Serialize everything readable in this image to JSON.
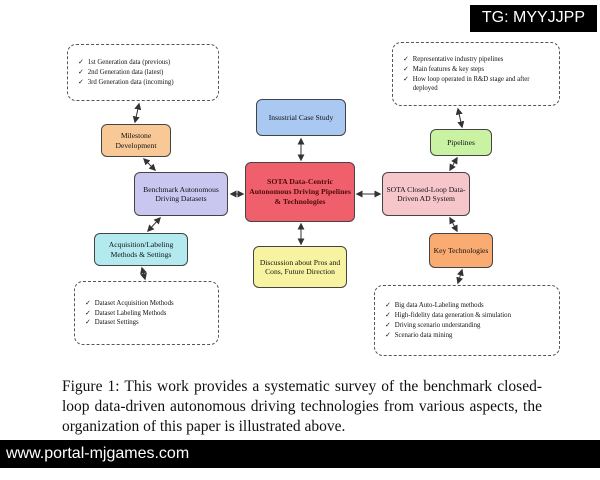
{
  "overlays": {
    "tag_label": "TG: MYYJJPP",
    "site_label": "www.portal-mjgames.com"
  },
  "icons": {
    "check": "✓"
  },
  "colors": {
    "center": "#f0606c",
    "industrial": "#a9c8f2",
    "benchmark": "#c9c6f0",
    "closed_loop": "#f6c6cb",
    "discussion": "#f7f3a1",
    "milestone": "#f9c897",
    "acquisition": "#b3eaf0",
    "pipelines": "#c9f2a2",
    "key_tech": "#f9ab72"
  },
  "diagram": {
    "center": {
      "label": "SOTA Data-Centric Autonomous Driving Pipelines & Technologies"
    },
    "industrial": {
      "label": "Insustrial Case Study"
    },
    "benchmark": {
      "label": "Benchmark Autonomous Driving Datasets"
    },
    "closed_loop": {
      "label": "SOTA Closed-Loop Data-Driven AD System"
    },
    "discussion": {
      "label": "Discussion about Pros and Cons, Future Direction"
    },
    "milestone": {
      "label": "Milestone Development"
    },
    "acquisition": {
      "label": "Acquisition/Labeling Methods & Settings"
    },
    "pipelines": {
      "label": "Pipelines"
    },
    "key_tech": {
      "label": "Key Technologies"
    },
    "check_topleft": {
      "items": [
        "1st Generation data (previous)",
        "2nd Generation data (latest)",
        "3rd Generation data (incoming)"
      ]
    },
    "check_topright": {
      "items": [
        "Representative industry pipelines",
        "Main features & key steps",
        "How loop operated in R&D stage and after deployed"
      ]
    },
    "check_bottomleft": {
      "items": [
        "Dataset Acquisition Methods",
        "Dataset Labeling Methods",
        "Dataset Settings"
      ]
    },
    "check_bottomright": {
      "items": [
        "Big data Auto-Labeling methods",
        "High-fidelity data generation & simulation",
        "Driving scenario understanding",
        "Scenario data mining"
      ]
    }
  },
  "figure": {
    "caption": "Figure 1: This work provides a systematic survey of the benchmark closed-loop data-driven autonomous driving technologies from various aspects, the organization of this paper is illustrated above."
  }
}
